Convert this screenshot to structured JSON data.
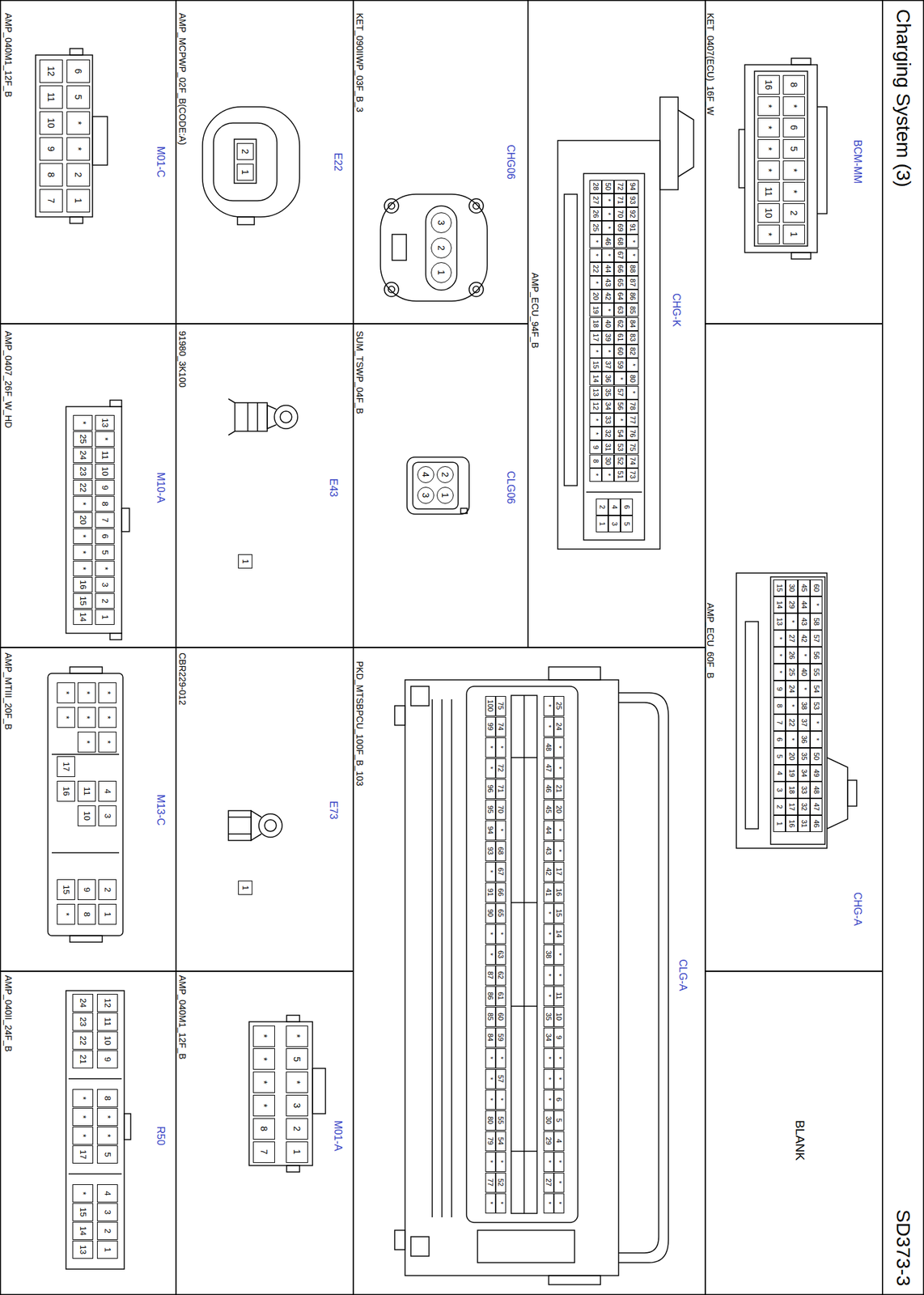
{
  "diagram": {
    "title": "Charging System (3)",
    "nodes": [
      {
        "text": [
          "BCM-MM",
          "KET_0407(ECU)_16F_W"
        ]
      },
      {
        "text": [
          "CHG-A",
          "AMP_ECU_60F_B"
        ]
      },
      {
        "text": [
          "BLANK"
        ]
      },
      {
        "text": [
          "CHG-K",
          "AMP_ECU_94F_B"
        ]
      },
      {
        "text": [
          "CLG-A",
          "PKD_MTSBPCU_100F_B_103"
        ]
      },
      {
        "text": [
          "CHG06",
          "KET_090IIWP_03F_B_3"
        ]
      },
      {
        "text": [
          "CLG06",
          "SUM_TSWP_04F_B"
        ]
      },
      {
        "text": [
          "E22",
          "AMP_MCPWP_02F_B(CODE:A)"
        ]
      },
      {
        "text": [
          "E43",
          "91980_3K100"
        ]
      },
      {
        "text": [
          "E73",
          "CBR229-012"
        ]
      },
      {
        "text": [
          "M01-A",
          "AMP_040M1_12F_B"
        ]
      },
      {
        "text": [
          "M01-C",
          "AMP_040M1_12F_B"
        ]
      },
      {
        "text": [
          "M10-A",
          "AMP_0407_26F_W_HD"
        ]
      },
      {
        "text": [
          "M13-C",
          "AMP_MTIII_20F_B"
        ]
      },
      {
        "text": [
          "R50",
          "AMP_040II_24F_B"
        ]
      }
    ],
    "labels": [
      "SD373-3",
      "8",
      "*",
      "6",
      "5",
      "*",
      "*",
      "2",
      "1",
      "16",
      "*",
      "*",
      "*",
      "*",
      "11",
      "10",
      "*",
      "60",
      "*",
      "58",
      "57",
      "56",
      "55",
      "54",
      "53",
      "*",
      "*",
      "50",
      "49",
      "48",
      "47",
      "46",
      "45",
      "44",
      "43",
      "42",
      "*",
      "40",
      "*",
      "38",
      "37",
      "36",
      "35",
      "34",
      "33",
      "32",
      "31",
      "30",
      "29",
      "*",
      "27",
      "26",
      "25",
      "24",
      "*",
      "22",
      "*",
      "20",
      "19",
      "18",
      "17",
      "16",
      "15",
      "14",
      "13",
      "*",
      "*",
      "*",
      "9",
      "8",
      "7",
      "6",
      "5",
      "4",
      "3",
      "2",
      "1",
      "94",
      "93",
      "92",
      "91",
      "*",
      "*",
      "88",
      "87",
      "86",
      "85",
      "84",
      "83",
      "82",
      "*",
      "80",
      "*",
      "78",
      "77",
      "76",
      "75",
      "74",
      "73",
      "72",
      "71",
      "70",
      "69",
      "68",
      "67",
      "66",
      "65",
      "64",
      "63",
      "62",
      "61",
      "60",
      "59",
      "*",
      "57",
      "56",
      "*",
      "54",
      "53",
      "52",
      "51",
      "50",
      "*",
      "*",
      "*",
      "46",
      "*",
      "44",
      "43",
      "42",
      "*",
      "40",
      "39",
      "*",
      "37",
      "36",
      "35",
      "34",
      "33",
      "32",
      "31",
      "30",
      "*",
      "28",
      "27",
      "26",
      "25",
      "*",
      "*",
      "22",
      "*",
      "20",
      "19",
      "18",
      "17",
      "*",
      "15",
      "14",
      "13",
      "12",
      "*",
      "*",
      "9",
      "8",
      "*",
      "6",
      "5",
      "4",
      "3",
      "2",
      "1",
      "25",
      "24",
      "*",
      "*",
      "21",
      "20",
      "*",
      "*",
      "17",
      "16",
      "15",
      "14",
      "*",
      "*",
      "11",
      "10",
      "9",
      "*",
      "*",
      "6",
      "5",
      "4",
      "*",
      "*",
      "*",
      "*",
      "*",
      "48",
      "47",
      "46",
      "45",
      "44",
      "43",
      "42",
      "41",
      "*",
      "*",
      "38",
      "*",
      "*",
      "35",
      "34",
      "*",
      "*",
      "*",
      "30",
      "29",
      "*",
      "27",
      "*",
      "75",
      "74",
      "*",
      "72",
      "71",
      "70",
      "*",
      "68",
      "67",
      "66",
      "65",
      "*",
      "63",
      "62",
      "61",
      "60",
      "59",
      "*",
      "57",
      "*",
      "55",
      "54",
      "*",
      "52",
      "*",
      "100",
      "99",
      "*",
      "*",
      "96",
      "95",
      "94",
      "93",
      "*",
      "91",
      "90",
      "*",
      "*",
      "87",
      "86",
      "85",
      "84",
      "*",
      "*",
      "*",
      "80",
      "79",
      "*",
      "77",
      "*",
      "3",
      "2",
      "1",
      "2",
      "1",
      "4",
      "3",
      "2",
      "1",
      "1",
      "1",
      "*",
      "5",
      "*",
      "3",
      "2",
      "1",
      "*",
      "*",
      "*",
      "*",
      "8",
      "7",
      "6",
      "5",
      "*",
      "*",
      "2",
      "1",
      "12",
      "11",
      "10",
      "9",
      "8",
      "7",
      "13",
      "*",
      "11",
      "10",
      "9",
      "8",
      "7",
      "6",
      "5",
      "*",
      "3",
      "2",
      "1",
      "*",
      "25",
      "24",
      "23",
      "22",
      "*",
      "20",
      "*",
      "*",
      "*",
      "16",
      "15",
      "14",
      "*",
      "*",
      "*",
      "4",
      "3",
      "2",
      "1",
      "*",
      "*",
      "*",
      "11",
      "10",
      "9",
      "8",
      "*",
      "*",
      "17",
      "16",
      "15",
      "*",
      "12",
      "11",
      "10",
      "9",
      "8",
      "*",
      "*",
      "5",
      "4",
      "3",
      "2",
      "1",
      "24",
      "23",
      "22",
      "21",
      "*",
      "*",
      "*",
      "17",
      "*",
      "15",
      "14",
      "13"
    ]
  }
}
